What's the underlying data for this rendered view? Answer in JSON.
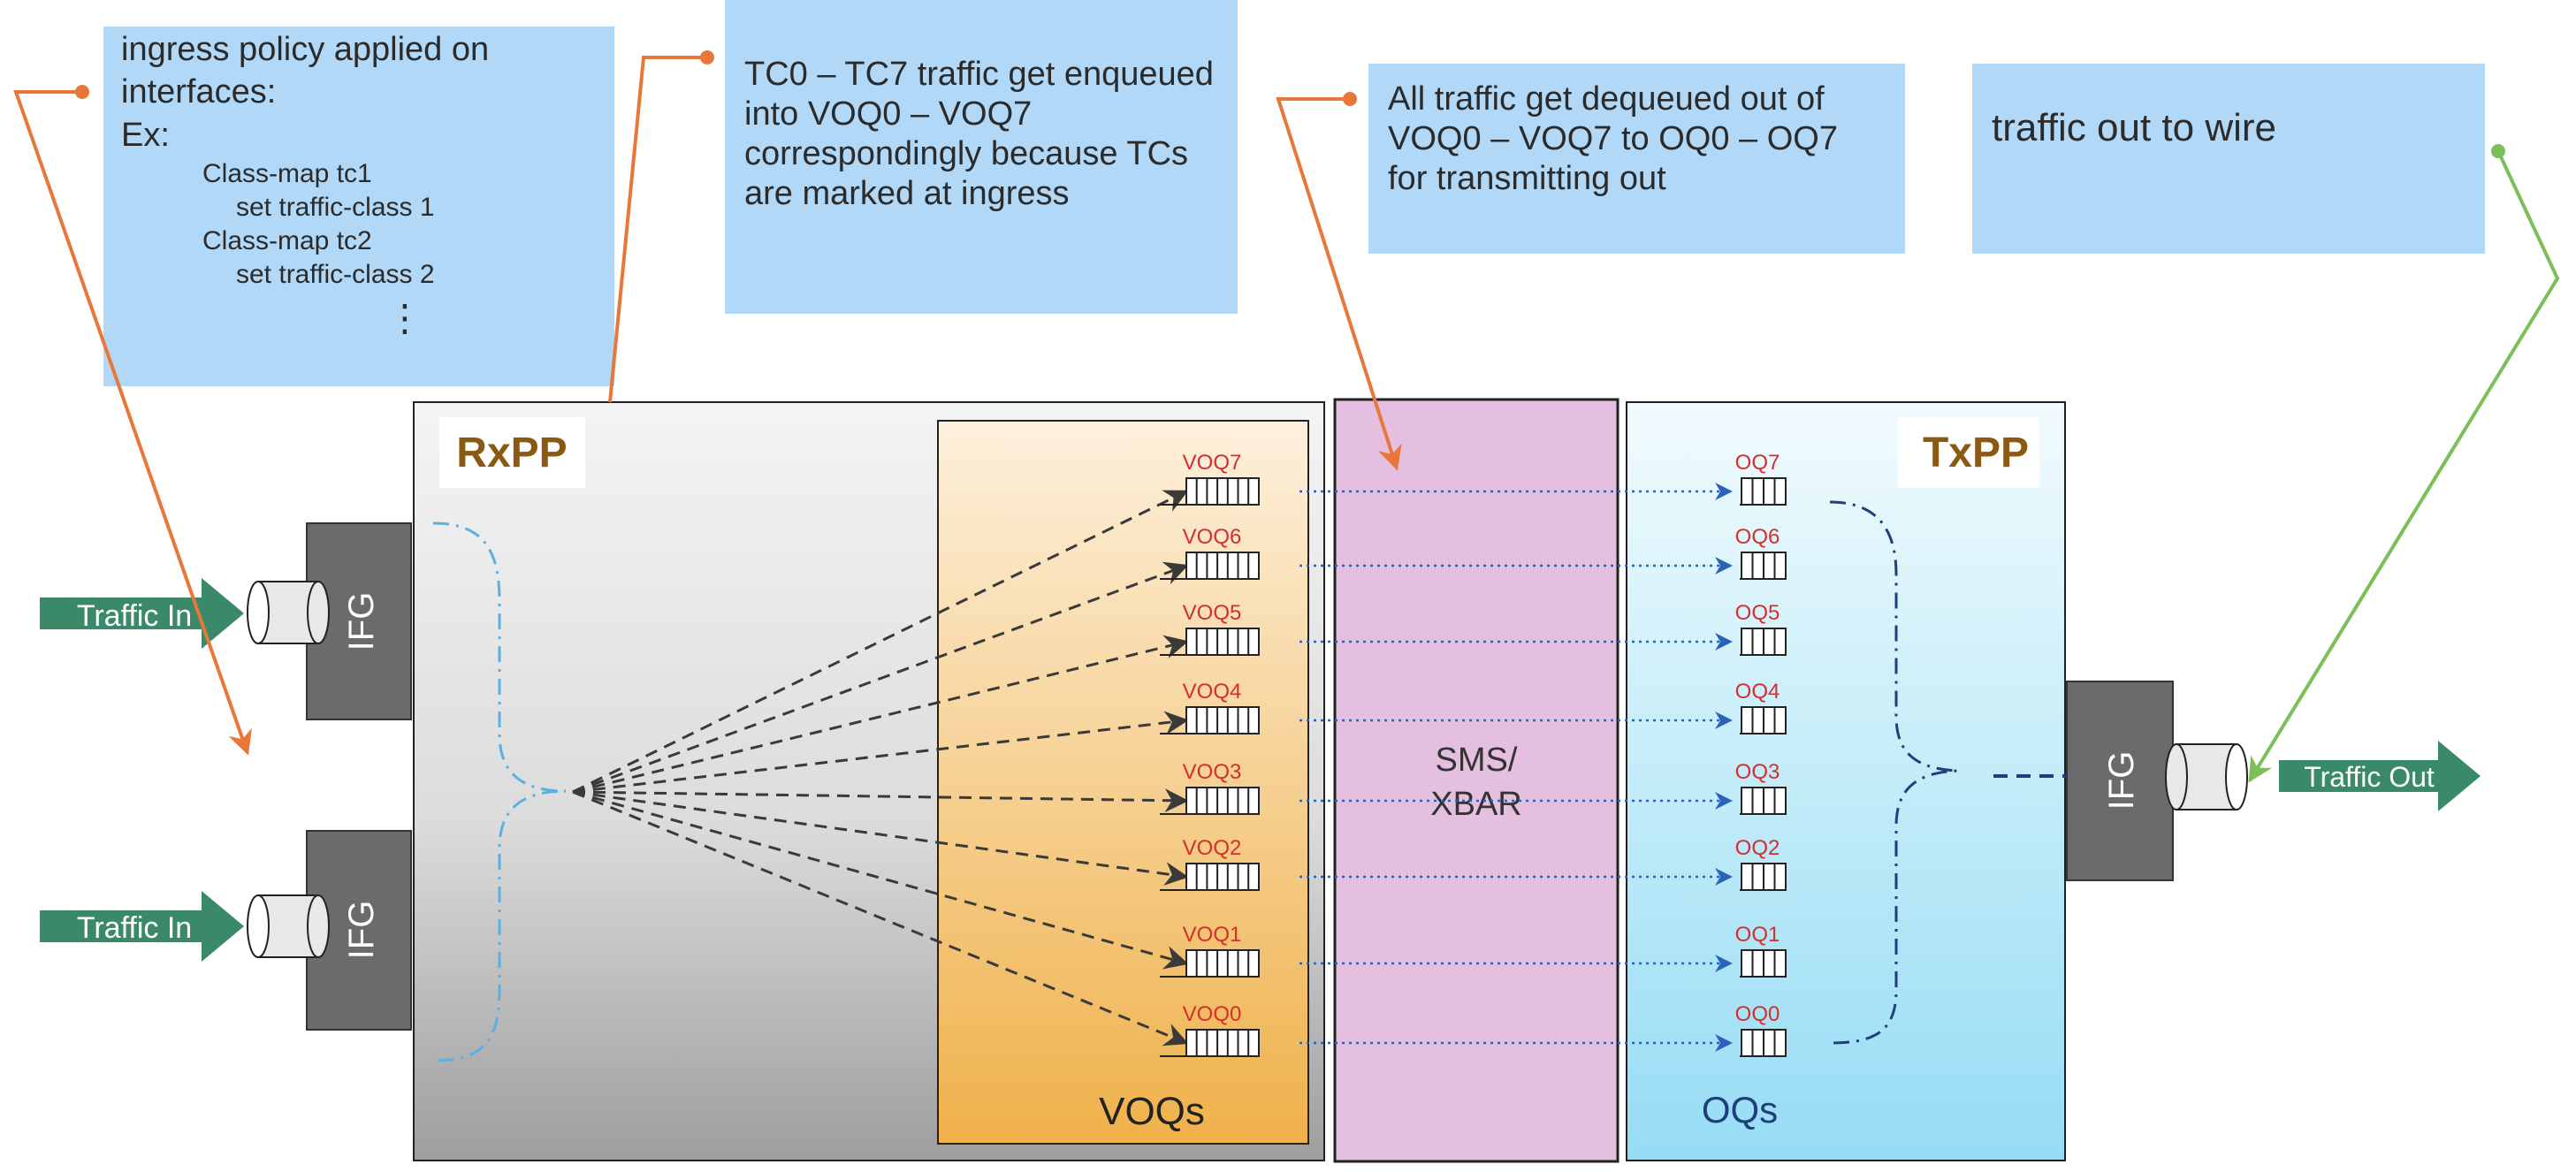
{
  "notes": {
    "ingress": {
      "title": "ingress policy applied on interfaces:",
      "example_label": "Ex:",
      "lines": [
        "Class-map tc1",
        "set traffic-class 1",
        "Class-map tc2",
        "set traffic-class 2"
      ],
      "ellipsis": "⋮"
    },
    "enqueue": "TC0 – TC7 traffic get enqueued into VOQ0 – VOQ7 correspondingly because TCs are marked at ingress",
    "dequeue": "All traffic  get dequeued out of VOQ0 – VOQ7 to OQ0 – OQ7 for transmitting out",
    "wire": "traffic out to wire"
  },
  "rxpp": {
    "title": "RxPP",
    "ifg_label": "IFG",
    "traffic_in_label": "Traffic In"
  },
  "voqs": {
    "title": "VOQs",
    "labels": [
      "VOQ7",
      "VOQ6",
      "VOQ5",
      "VOQ4",
      "VOQ3",
      "VOQ2",
      "VOQ1",
      "VOQ0"
    ]
  },
  "fabric": {
    "label_line1": "SMS/",
    "label_line2": "XBAR"
  },
  "txpp": {
    "title": "TxPP",
    "oq_title": "OQs",
    "oq_labels": [
      "OQ7",
      "OQ6",
      "OQ5",
      "OQ4",
      "OQ3",
      "OQ2",
      "OQ1",
      "OQ0"
    ],
    "ifg_label": "IFG",
    "traffic_out_label": "Traffic Out"
  },
  "colors": {
    "note_bg": "#b1d8f7",
    "callout_orange": "#e8773a",
    "callout_green": "#7bbf58",
    "arrow_teal": "#3a8a6a",
    "queue_label_red": "#d32f2f",
    "dotted_blue": "#2a64b8",
    "fabric_pink": "#e4bfe0",
    "ifg_gray": "#6b6b6d",
    "brand_gold": "#8a5a12"
  }
}
